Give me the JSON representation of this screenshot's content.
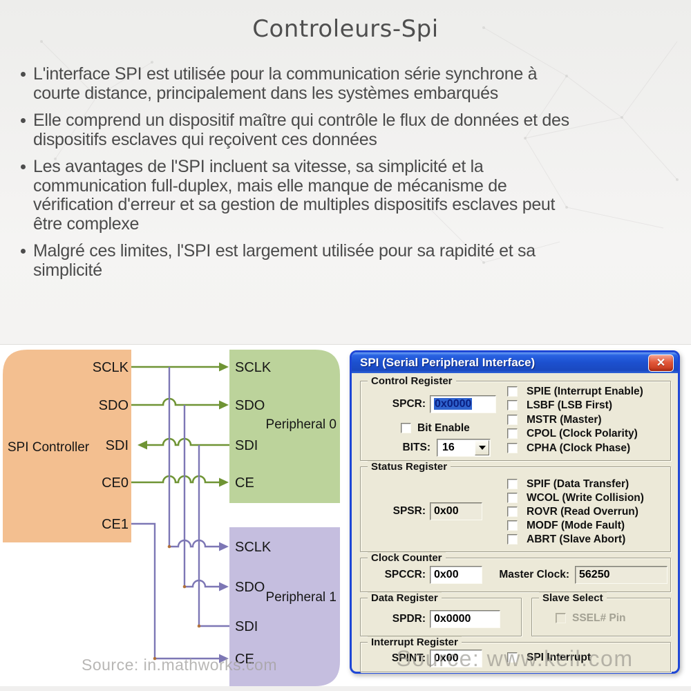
{
  "title": "Controleurs-Spi",
  "bullets": [
    "L'interface SPI est utilisée pour la communication série synchrone à\ncourte distance, principalement dans les systèmes embarqués",
    "Elle comprend un dispositif maître qui contrôle le flux de données et des\ndispositifs esclaves qui reçoivent ces données",
    "Les avantages de l'SPI incluent sa vitesse, sa simplicité et la\ncommunication full-duplex, mais elle manque de mécanisme de\nvérification d'erreur et sa gestion de multiples dispositifs esclaves peut\nêtre complexe",
    "Malgré ces limites, l'SPI est largement utilisée pour sa rapidité et sa\nsimplicité"
  ],
  "diagram": {
    "controller": {
      "label": "SPI Controller",
      "pins": [
        "SCLK",
        "SDO",
        "SDI",
        "CE0",
        "CE1"
      ]
    },
    "peripheral0": {
      "label": "Peripheral 0",
      "pins": [
        "SCLK",
        "SDO",
        "SDI",
        "CE"
      ]
    },
    "peripheral1": {
      "label": "Peripheral 1",
      "pins": [
        "SCLK",
        "SDO",
        "SDI",
        "CE"
      ]
    },
    "source": "Source: in.mathworks.com",
    "colors": {
      "controller_fill": "#f3bf90",
      "peripheral0_fill": "#bcd39b",
      "peripheral1_fill": "#c5bedf",
      "wire_green": "#6f9434",
      "wire_purple": "#7d77b5"
    }
  },
  "dialog": {
    "title": "SPI (Serial Peripheral Interface)",
    "close_icon": "✕",
    "colors": {
      "titlebar_blue": "#1c50cf",
      "client_beige": "#ece9d8",
      "selection_blue": "#2f63cf",
      "close_red": "#c73d20"
    },
    "control": {
      "title": "Control Register",
      "spcr_label": "SPCR:",
      "spcr_value": "0x0000",
      "bit_enable_label": "Bit Enable",
      "bits_label": "BITS:",
      "bits_value": "16",
      "checks": [
        "SPIE (Interrupt Enable)",
        "LSBF (LSB First)",
        "MSTR (Master)",
        "CPOL (Clock Polarity)",
        "CPHA (Clock Phase)"
      ]
    },
    "status": {
      "title": "Status Register",
      "spsr_label": "SPSR:",
      "spsr_value": "0x00",
      "checks": [
        "SPIF (Data Transfer)",
        "WCOL (Write Collision)",
        "ROVR (Read Overrun)",
        "MODF (Mode Fault)",
        "ABRT (Slave Abort)"
      ]
    },
    "clock": {
      "title": "Clock Counter",
      "spccr_label": "SPCCR:",
      "spccr_value": "0x00",
      "master_label": "Master Clock:",
      "master_value": "56250"
    },
    "data_reg": {
      "title": "Data Register",
      "spdr_label": "SPDR:",
      "spdr_value": "0x0000"
    },
    "slave": {
      "title": "Slave Select",
      "ssel_label": "SSEL# Pin"
    },
    "interrupt": {
      "title": "Interrupt Register",
      "spint_label": "SPINT:",
      "spint_value": "0x00",
      "spi_interrupt_label": "SPI Interrupt"
    },
    "source": "Source: www.keil.com"
  }
}
